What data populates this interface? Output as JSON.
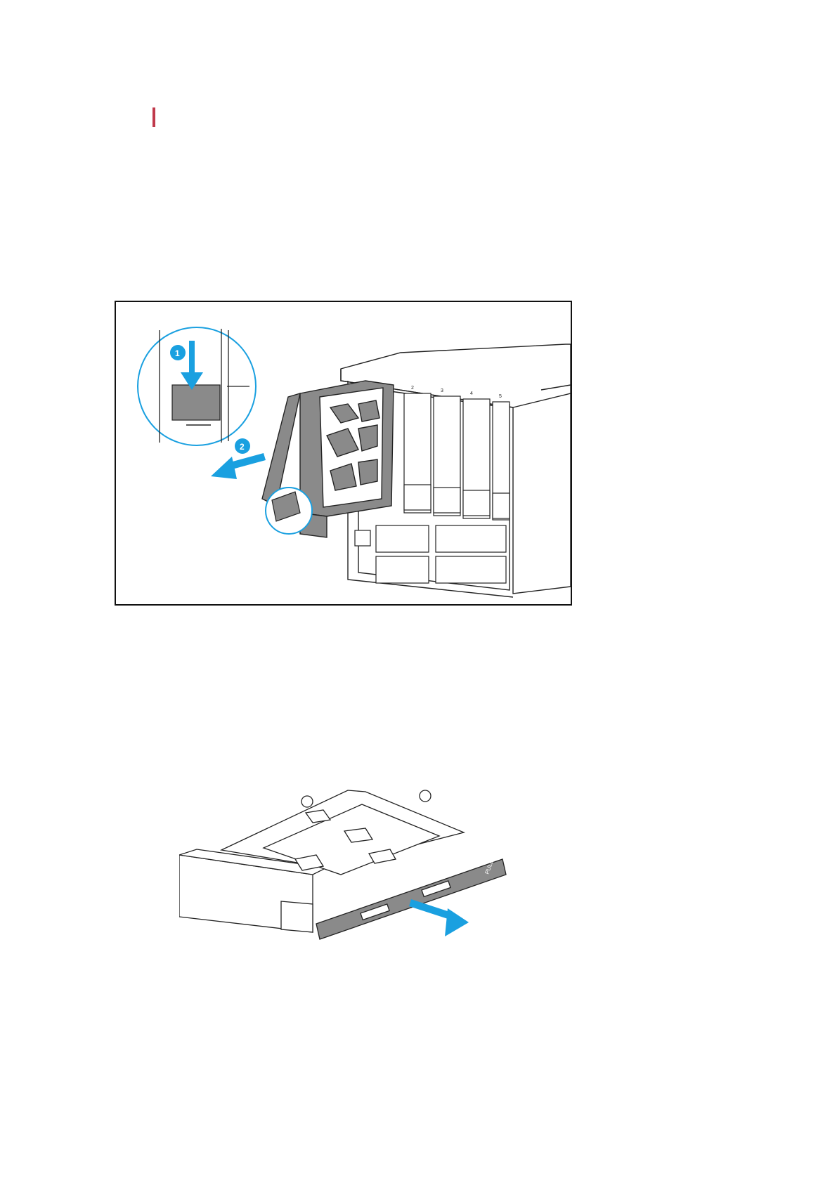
{
  "colors": {
    "accent_bar": "#c0394b",
    "arrow_blue": "#1aa0e0",
    "tray_gray": "#8a8a8a",
    "line": "#222222"
  },
  "figure1": {
    "step_badges": [
      "1",
      "2"
    ],
    "bay_numbers": [
      "1",
      "2",
      "3",
      "4",
      "5"
    ]
  },
  "figure2": {
    "rail_label": "PULL"
  },
  "icons": [
    "down-arrow-icon",
    "left-arrow-icon",
    "right-arrow-icon"
  ]
}
